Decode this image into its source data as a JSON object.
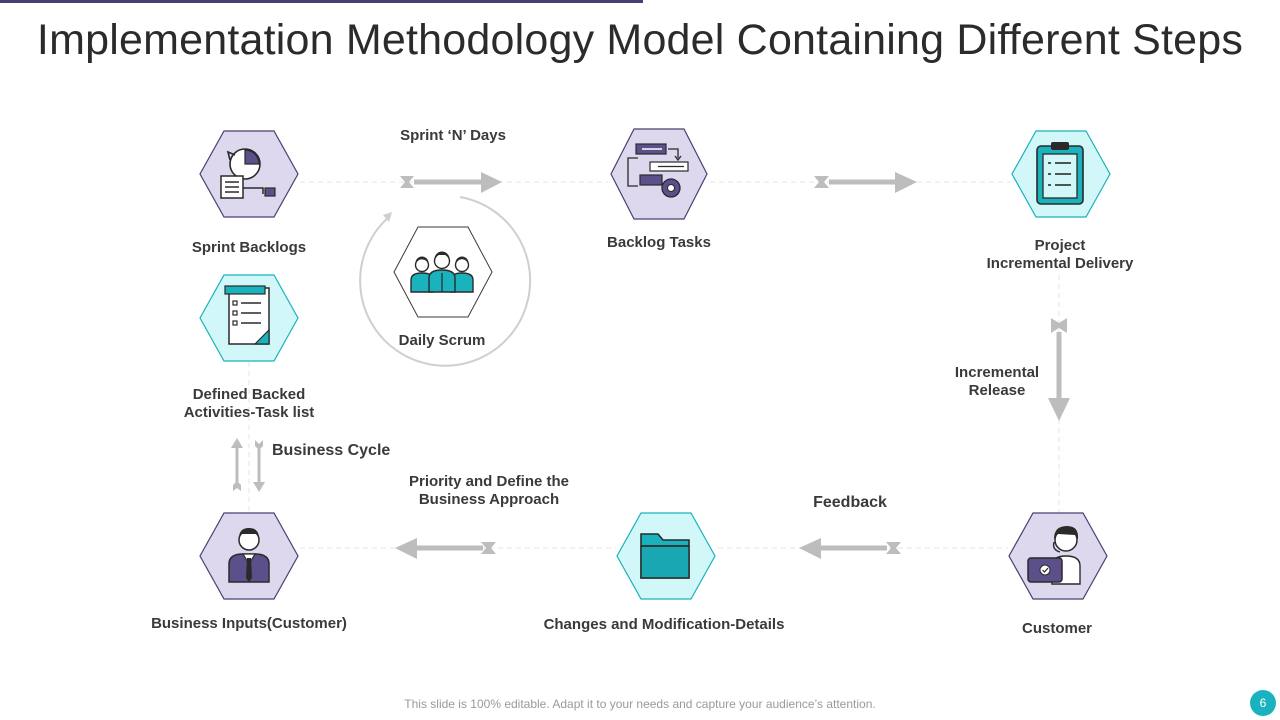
{
  "slide": {
    "title": "Implementation Methodology Model Containing Different Steps",
    "footer": "This slide is 100% editable. Adapt it to your needs and capture your audience’s attention.",
    "page_number": "6"
  },
  "colors": {
    "accent_purple": "#4b3f72",
    "hex_purple_fill": "#ddd8ee",
    "hex_teal_fill": "#d2f7f8",
    "icon_teal": "#1ab2bd",
    "arrow_gray": "#bdbdbd",
    "text": "#3a3a3a"
  },
  "nodes": {
    "sprint_backlogs": {
      "label": "Sprint Backlogs",
      "icon": "backlog-refresh-icon"
    },
    "backlog_tasks": {
      "label": "Backlog Tasks",
      "icon": "task-gear-icon"
    },
    "project_delivery": {
      "label_line1": "Project",
      "label_line2": "Incremental Delivery",
      "icon": "clipboard-icon"
    },
    "defined_backed": {
      "label_line1": "Defined Backed",
      "label_line2": "Activities-Task list",
      "icon": "task-list-icon"
    },
    "daily_scrum": {
      "label": "Daily Scrum",
      "icon": "team-icon"
    },
    "business_inputs": {
      "label": "Business Inputs(Customer)",
      "icon": "businessman-icon"
    },
    "changes": {
      "label": "Changes and Modification-Details",
      "icon": "folder-icon"
    },
    "customer": {
      "label": "Customer",
      "icon": "support-agent-icon"
    }
  },
  "connector_labels": {
    "sprint_days": "Sprint ‘N’ Days",
    "incremental_release_line1": "Incremental",
    "incremental_release_line2": "Release",
    "feedback": "Feedback",
    "priority_line1": "Priority and Define the",
    "priority_line2": "Business Approach",
    "business_cycle": "Business Cycle"
  }
}
